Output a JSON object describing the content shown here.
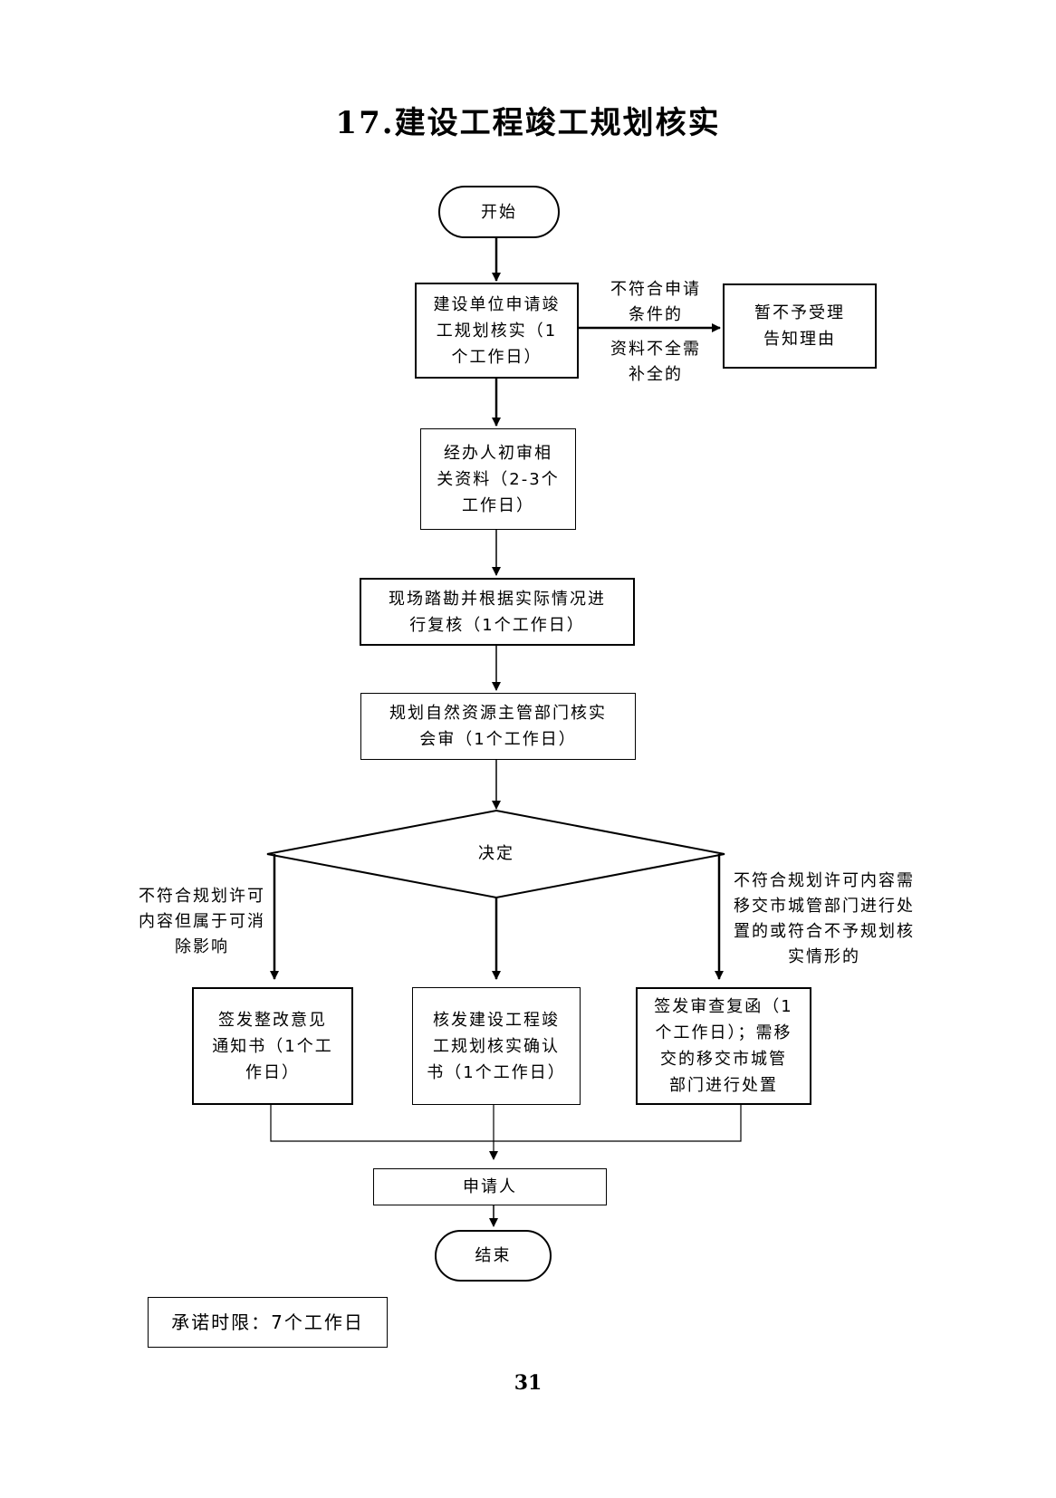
{
  "title": "17.建设工程竣工规划核实",
  "nodes": {
    "start": "开始",
    "apply": [
      "建设单位申请竣",
      "工规划核实（1",
      "个工作日）"
    ],
    "reject": [
      "暂不予受理",
      "告知理由"
    ],
    "initial_review": [
      "经办人初审相",
      "关资料（2-3个",
      "工作日）"
    ],
    "site_check": [
      "现场踏勘并根据实际情况进",
      "行复核（1个工作日）"
    ],
    "joint_review": [
      "规划自然资源主管部门核实",
      "会审（1个工作日）"
    ],
    "decision": "决定",
    "rectify": [
      "签发整改意见",
      "通知书（1个工",
      "作日）"
    ],
    "confirm": [
      "核发建设工程竣",
      "工规划核实确认",
      "书（1个工作日）"
    ],
    "reply": [
      "签发审查复函（1",
      "个工作日）；需移",
      "交的移交市城管",
      "部门进行处置"
    ],
    "applicant": "申请人",
    "end": "结束"
  },
  "edge_labels": {
    "reject_top": [
      "不符合申请",
      "条件的"
    ],
    "reject_bottom": [
      "资料不全需",
      "补全的"
    ],
    "left_branch": [
      "不符合规划许可",
      "内容但属于可消",
      "除影响"
    ],
    "right_branch": [
      "不符合规划许可内容需",
      "移交市城管部门进行处",
      "置的或符合不予规划核",
      "实情形的"
    ]
  },
  "time_limit": "承诺时限：7个工作日",
  "page_number": "31"
}
